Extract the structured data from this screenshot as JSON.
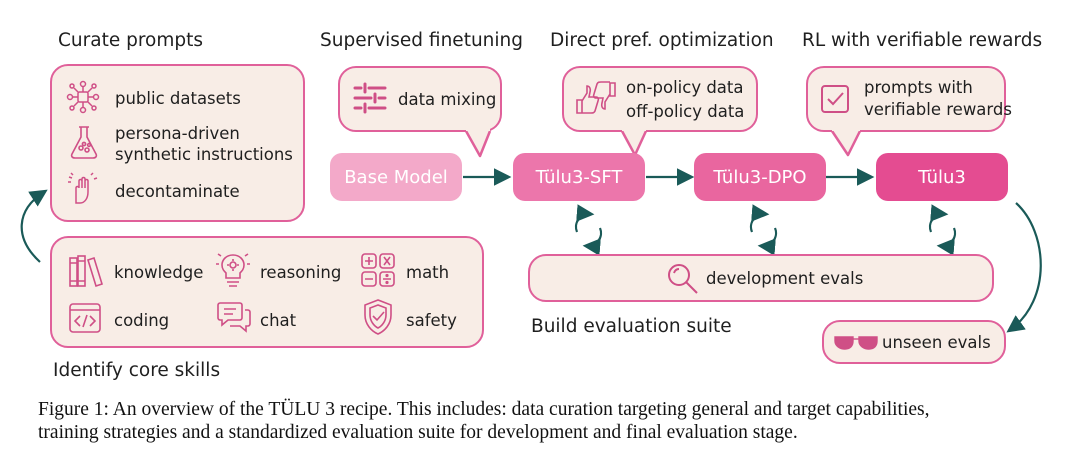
{
  "headings": {
    "curate": "Curate prompts",
    "sft": "Supervised finetuning",
    "dpo": "Direct pref. optimization",
    "rl": "RL with verifiable rewards",
    "skills": "Identify core skills",
    "eval_suite": "Build evaluation suite"
  },
  "curate_items": {
    "public": "public datasets",
    "persona_1": "persona-driven",
    "persona_2": "synthetic instructions",
    "decontam": "decontaminate"
  },
  "sft_bubble": {
    "label": "data mixing"
  },
  "dpo_bubble": {
    "line1": "on-policy data",
    "line2": "off-policy data"
  },
  "rl_bubble": {
    "line1": "prompts with",
    "line2": "verifiable rewards"
  },
  "stages": {
    "base": "Base Model",
    "sft": "Tülu3-SFT",
    "dpo": "Tülu3-DPO",
    "final": "Tülu3"
  },
  "skills": {
    "knowledge": "knowledge",
    "reasoning": "reasoning",
    "math": "math",
    "coding": "coding",
    "chat": "chat",
    "safety": "safety"
  },
  "evals": {
    "development": "development evals",
    "unseen": "unseen evals"
  },
  "caption": {
    "line1": "Figure 1: An overview of the TÜLU 3 recipe. This includes: data curation targeting general and target capabilities,",
    "line2": "training strategies and a standardized evaluation suite for development and final evaluation stage."
  },
  "colors": {
    "panel_fill": "#f8ede6",
    "panel_border": "#e0609a",
    "base_model": "#f3a9c9",
    "sft": "#ec76ab",
    "dpo": "#e9669f",
    "final": "#e44c91",
    "arrow": "#1a5a58",
    "icon": "#cf4f86"
  }
}
